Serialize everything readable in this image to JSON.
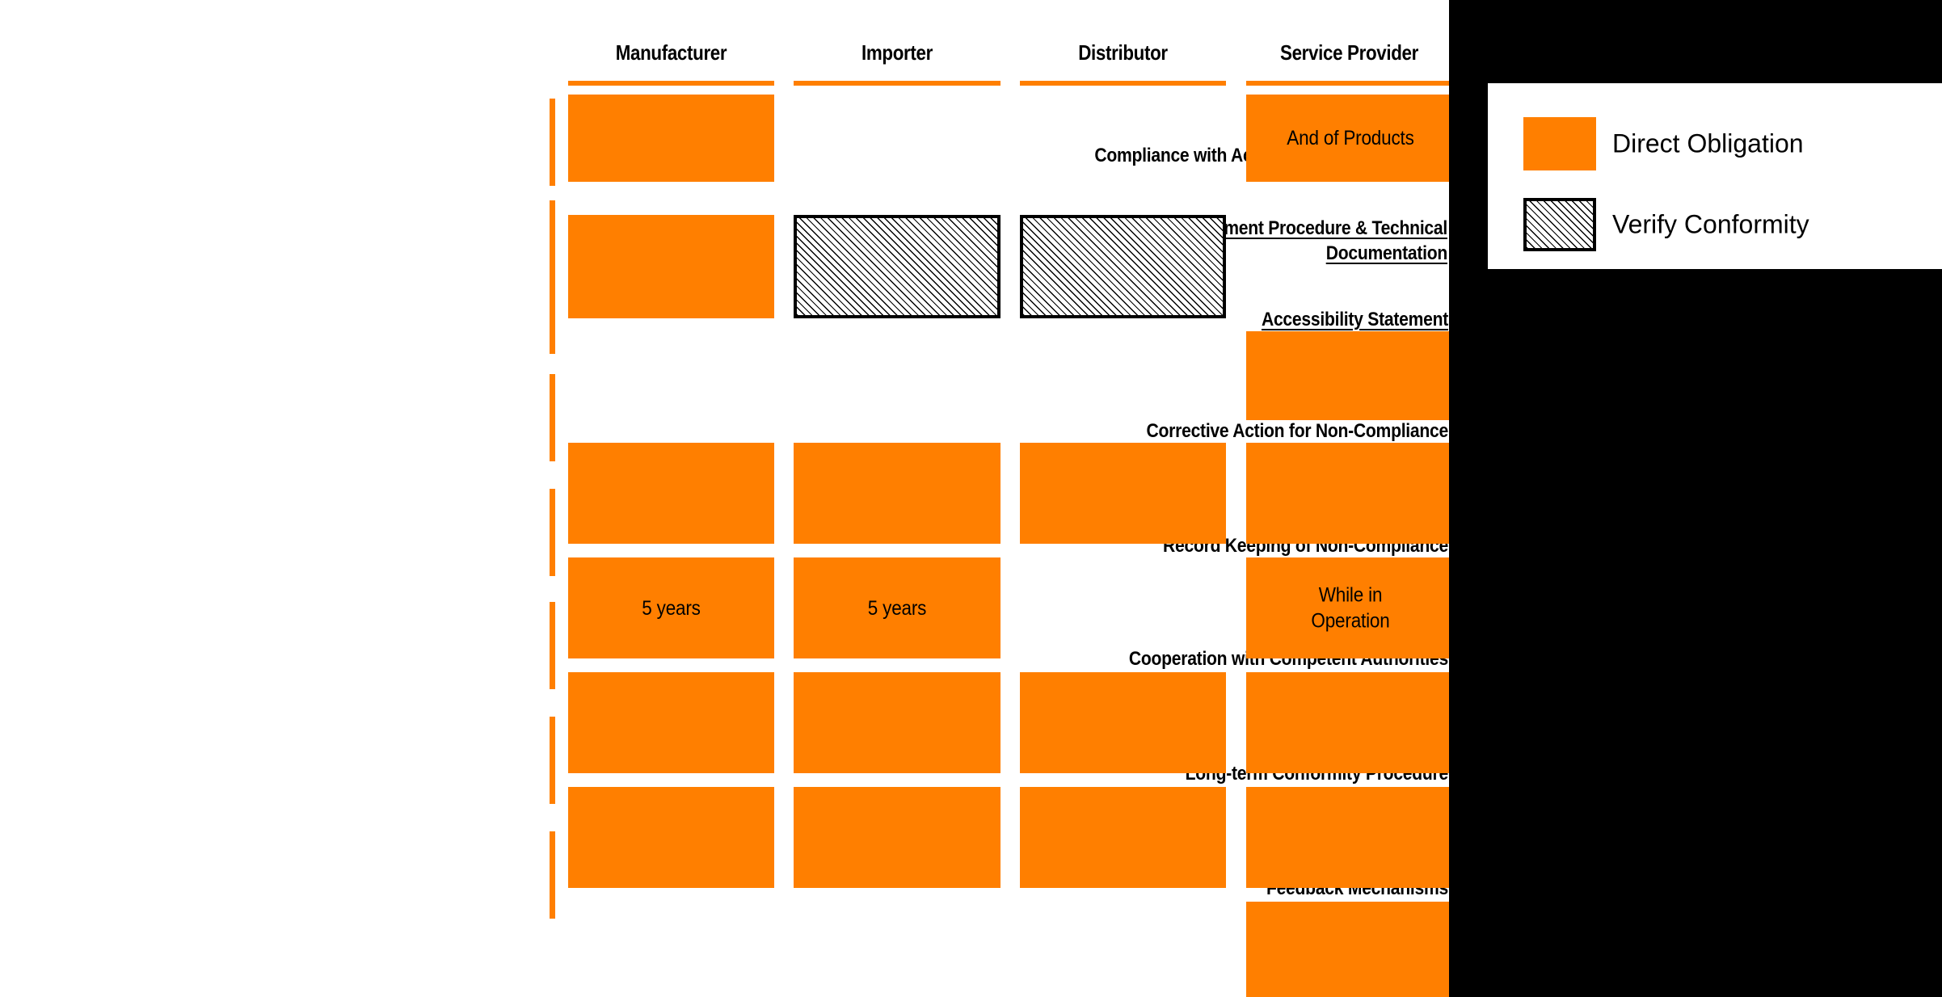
{
  "chart_data": {
    "type": "heatmap",
    "title": "",
    "xlabel": "",
    "ylabel": "",
    "columns": [
      "Manufacturer",
      "Importer",
      "Distributor",
      "Service Provider"
    ],
    "rows": [
      "Compliance with Accessibility Requirements",
      "Conformity Assessment Procedure & Technical Documentation",
      "Accessibility Statement",
      "Corrective Action for Non-Compliance",
      "Record Keeping of Non-Compliance",
      "Cooperation with Competent Authorities",
      "Long-term Conformity Procedure",
      "Feedback Mechanisms"
    ],
    "legend_position": "right-outside",
    "categories_legend": [
      "Direct Obligation",
      "Verify Conformity"
    ],
    "matrix": [
      [
        "direct",
        "none",
        "none",
        "direct"
      ],
      [
        "direct",
        "verify",
        "verify",
        "none"
      ],
      [
        "none",
        "none",
        "none",
        "direct"
      ],
      [
        "direct",
        "direct",
        "direct",
        "direct"
      ],
      [
        "direct",
        "direct",
        "none",
        "direct"
      ],
      [
        "direct",
        "direct",
        "direct",
        "direct"
      ],
      [
        "direct",
        "direct",
        "direct",
        "direct"
      ],
      [
        "none",
        "none",
        "none",
        "direct"
      ]
    ],
    "cell_labels": [
      [
        "",
        "",
        "",
        "And of Products"
      ],
      [
        "",
        "",
        "",
        ""
      ],
      [
        "",
        "",
        "",
        ""
      ],
      [
        "",
        "",
        "",
        ""
      ],
      [
        "5 years",
        "5 years",
        "",
        "While in\nOperation"
      ],
      [
        "",
        "",
        "",
        ""
      ],
      [
        "",
        "",
        "",
        ""
      ],
      [
        "",
        "",
        "",
        ""
      ]
    ]
  },
  "colors": {
    "direct_obligation": "#FF7F00",
    "verify_conformity_border": "#000000",
    "background_outside": "#000000",
    "plot_background": "#FFFFFF"
  },
  "headers": {
    "manufacturer": "Manufacturer",
    "importer": "Importer",
    "distributor": "Distributor",
    "service_provider": "Service Provider"
  },
  "rows": {
    "r0": "Compliance with Accessibility Requirements",
    "r1_line1": "Conformity Assessment Procedure & Technical",
    "r1_line2": "Documentation",
    "r2": "Accessibility Statement",
    "r3": "Corrective Action for Non-Compliance",
    "r4": "Record Keeping of Non-Compliance",
    "r5": "Cooperation with Competent Authorities",
    "r6": "Long-term Conformity Procedure",
    "r7": "Feedback Mechanisms"
  },
  "cells": {
    "c0_sp": "And of Products",
    "c4_mfr": "5 years",
    "c4_imp": "5 years",
    "c4_sp_line1": "While in",
    "c4_sp_line2": "Operation"
  },
  "legend": {
    "direct": "Direct Obligation",
    "verify": "Verify Conformity"
  }
}
